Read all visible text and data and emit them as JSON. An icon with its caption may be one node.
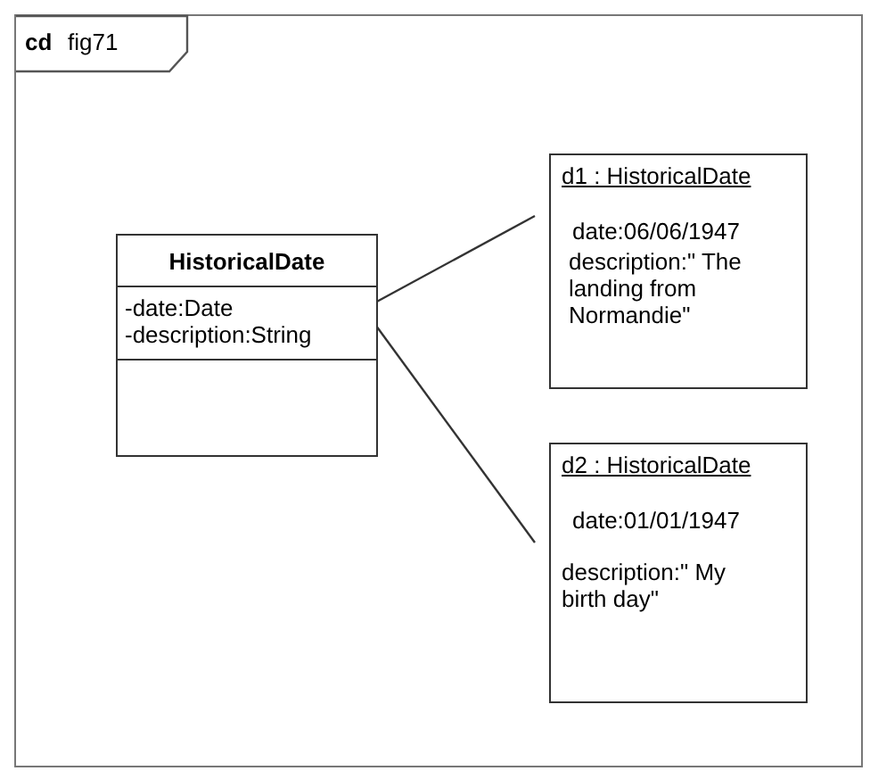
{
  "diagram": {
    "nodes": [
      {
        "text": [
          "cd",
          "fig71"
        ]
      },
      {
        "text": [
          "HistoricalDate",
          "-date:Date",
          "-description:String"
        ],
        "in": 0
      },
      {
        "text": [
          "d1 : HistoricalDate",
          "date:06/06/1947",
          "description:\" The landing from Normandie\""
        ],
        "in": 0
      },
      {
        "text": [
          "d2 : HistoricalDate",
          "date:01/01/1947",
          "description:\" My birth day\""
        ],
        "in": 0
      }
    ],
    "edges": [
      {
        "from": 1,
        "to": 2,
        "arrow": "none"
      },
      {
        "from": 1,
        "to": 3,
        "arrow": "none"
      }
    ]
  }
}
